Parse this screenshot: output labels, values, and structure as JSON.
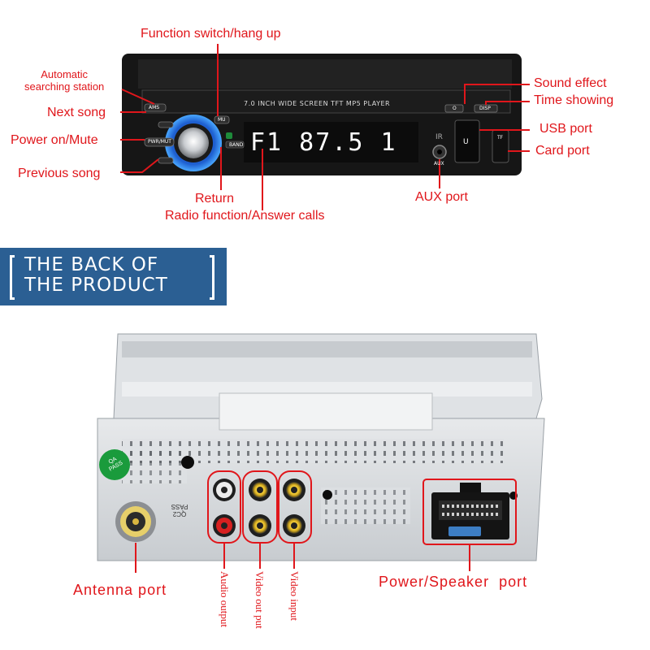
{
  "front": {
    "faceplate_text": "7.0 INCH WIDE SCREEN TFT  MP5  PLAYER",
    "display_text": "F1  87.5  1",
    "buttons": {
      "ams": "AMS",
      "pwr_mut": "PWR/MUT",
      "band": "BAND",
      "mute_small": "MU",
      "ir": "IR",
      "aux": "AUX",
      "u": "U",
      "tf": "TF",
      "o": "O",
      "disp": "DISP"
    },
    "labels": {
      "function_switch": "Function switch/hang up",
      "automatic_searching": "Automatic\nsearching station",
      "next_song": "Next song",
      "power_mute": "Power on/Mute",
      "previous_song": "Previous song",
      "return": "Return",
      "radio_function": "Radio function/Answer calls",
      "sound_effect": "Sound effect",
      "time_showing": "Time showing",
      "usb_port": "USB port",
      "card_port": "Card port",
      "aux_port": "AUX port"
    }
  },
  "banner": {
    "line1": "THE BACK OF",
    "line2": "THE PRODUCT"
  },
  "back": {
    "stickers": {
      "qa": "QA\nPASS",
      "qc": "QC2\nPASS"
    },
    "labels": {
      "antenna_port": "Antenna port",
      "audio_output": "Audio output",
      "video_out_put": "Video out put",
      "video_input": "Video input",
      "power_speaker_port": "Power/Speaker  port"
    }
  },
  "colors": {
    "accent_red": "#e0161b",
    "banner_blue": "#2b5f93",
    "unit_black": "#151515",
    "knob_blue": "#2a7fe0",
    "chassis": "#d9dcdf"
  }
}
